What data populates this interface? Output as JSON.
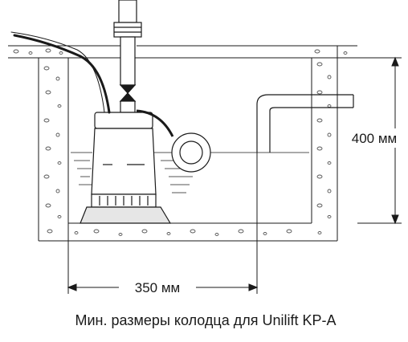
{
  "diagram": {
    "type": "technical-drawing",
    "subject": "submersible pump installed in a sump pit",
    "labels": {
      "height_dimension": "400 мм",
      "width_dimension": "350 мм",
      "caption": "Мин. размеры колодца для Unilift KP-A"
    },
    "colors": {
      "line": "#1a1a1a",
      "fill": "#ffffff",
      "hatch": "#555555"
    }
  }
}
